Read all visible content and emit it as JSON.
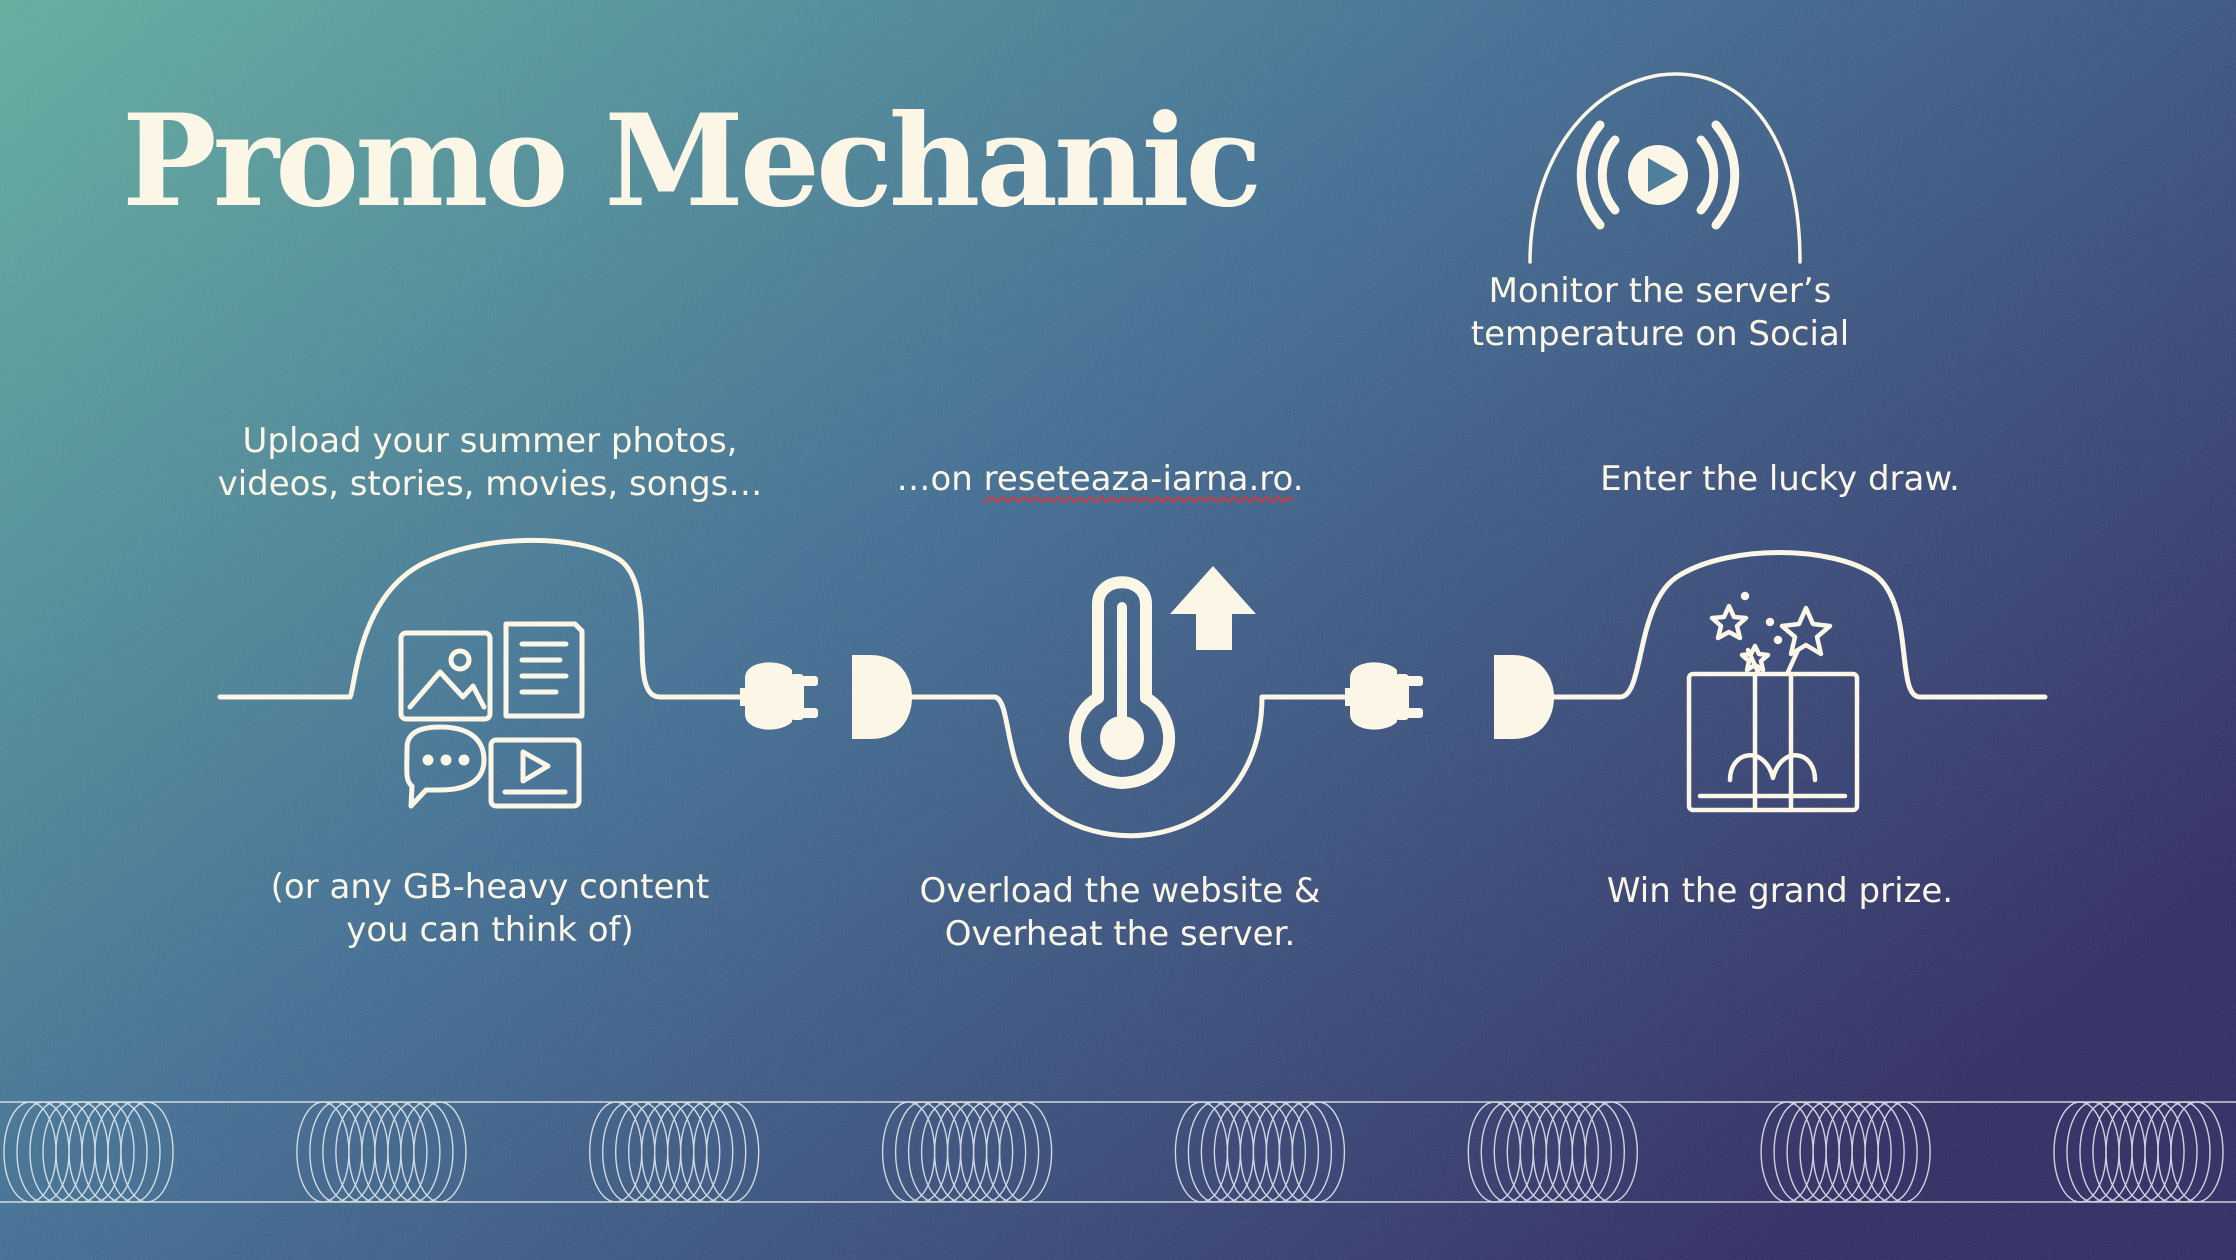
{
  "title": "Promo Mechanic",
  "colors": {
    "bg_top_left": "#5fae9f",
    "bg_mid": "#3f6f94",
    "bg_bottom_right": "#2b2760",
    "ink": "#fbf6e6",
    "link_squiggle": "#d23b3b"
  },
  "monitor": {
    "icon": "broadcast-play-icon",
    "line1": "Monitor the server’s",
    "line2": "temperature on Social"
  },
  "steps": [
    {
      "top_line1": "Upload your summer photos,",
      "top_line2": "videos, stories, movies, songs…",
      "icons": [
        "image-icon",
        "document-icon",
        "chat-bubble-icon",
        "video-play-icon"
      ],
      "bottom_line1": "(or any GB-heavy content",
      "bottom_line2": "you can think of)"
    },
    {
      "top_prefix": "…on ",
      "top_link": "reseteaza-iarna.ro",
      "top_suffix": ".",
      "icons": [
        "thermometer-icon",
        "arrow-up-icon"
      ],
      "bottom_line1": "Overload the website &",
      "bottom_line2": "Overheat the server."
    },
    {
      "top_line1": "Enter the lucky draw.",
      "icons": [
        "gift-box-icon",
        "star-icon"
      ],
      "bottom_line1": "Win the grand prize."
    }
  ],
  "connectors": [
    "plug-icon",
    "socket-icon"
  ],
  "decor": "coil-spring-strip"
}
